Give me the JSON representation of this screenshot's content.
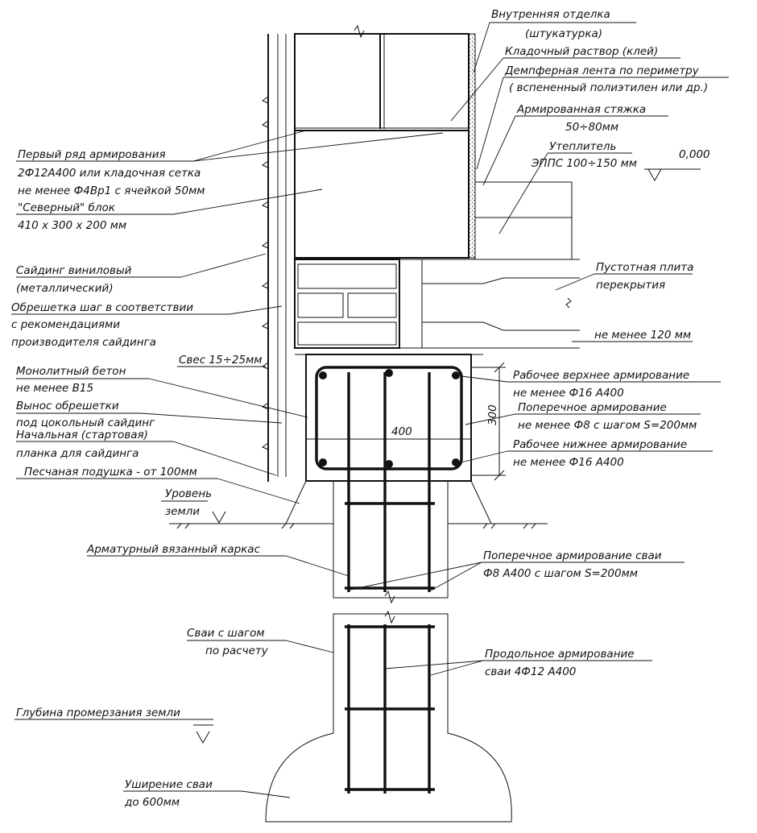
{
  "labels": {
    "interior_finish": "Внутренняя отделка",
    "interior_finish_sub": "(штукатурка)",
    "masonry_mortar": "Кладочный раствор (клей)",
    "damper_tape": "Демпферная лента по периметру",
    "damper_tape_sub": "( вспененный полиэтилен или др.)",
    "screed": "Армированная стяжка",
    "screed_sub": "50÷80мм",
    "insulation": "Утеплитель",
    "insulation_sub": "ЭППС  100÷150 мм",
    "level_zero": "0,000",
    "first_row_1": "Первый ряд армирования",
    "first_row_2": "2Ф12А400 или кладочная сетка",
    "first_row_3": "не менее Ф4Вр1 с ячейкой 50мм",
    "block_1": "\"Северный\" блок",
    "block_2": "410 х 300 х 200 мм",
    "siding_1": "Сайдинг виниловый",
    "siding_2": "(металлический)",
    "lath_1": "Обрешетка шаг в соответствии",
    "lath_2": "с рекомендациями",
    "lath_3": "производителя сайдинга",
    "hollow_slab_1": "Пустотная плита",
    "hollow_slab_2": "перекрытия",
    "min_120": "не менее  120 мм",
    "overhang": "Свес 15÷25мм",
    "concrete_1": "Монолитный бетон",
    "concrete_2": "не менее В15",
    "lath_ext_1": "Вынос обрешетки",
    "lath_ext_2": "под цокольный сайдинг",
    "start_strip_1": "Начальная (стартовая)",
    "start_strip_2": "планка для сайдинга",
    "sand": "Песчаная подушка - от 100мм",
    "ground_1": "Уровень",
    "ground_2": "земли",
    "top_rebar_1": "Рабочее верхнее армирование",
    "top_rebar_2": "не менее Ф16 А400",
    "cross_rebar_1": "Поперечное армирование",
    "cross_rebar_2": "не менее Ф8 с шагом S=200мм",
    "bottom_rebar_1": "Рабочее нижнее армирование",
    "bottom_rebar_2": "не менее Ф16 А400",
    "dim_400": "400",
    "dim_300": "300",
    "cage": "Арматурный вязанный каркас",
    "pile_cross_1": "Поперечное армирование сваи",
    "pile_cross_2": "Ф8 А400 с шагом S=200мм",
    "piles_1": "Сваи с шагом",
    "piles_2": "по расчету",
    "long_rebar_1": "Продольное армирование",
    "long_rebar_2": "сваи 4Ф12 А400",
    "frost_depth": "Глубина промерзания земли",
    "pile_base_1": "Уширение сваи",
    "pile_base_2": "до 600мм"
  }
}
